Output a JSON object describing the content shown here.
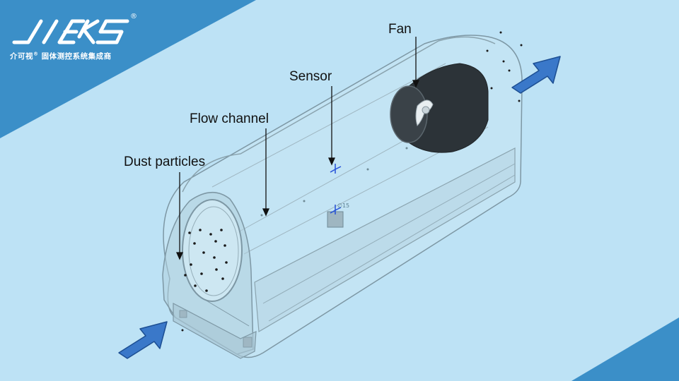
{
  "brand": {
    "logo_text": "jieks",
    "registered_mark": "®",
    "name_cn": "介可视",
    "tagline_cn": "固体测控系统集成商",
    "corner_color": "#3b8fc8"
  },
  "labels": {
    "fan": "Fan",
    "sensor": "Sensor",
    "flow_channel": "Flow channel",
    "dust_particles": "Dust particles"
  },
  "dimension_annotation": "∅15",
  "colors": {
    "background": "#bde2f5",
    "arrow_fill": "#3a78c9",
    "arrow_stroke": "#1d4f93",
    "body_outline": "#7d97a4",
    "fan_dark": "#2c3338"
  },
  "flow_arrows": [
    {
      "role": "inlet",
      "icon": "flow-arrow-icon"
    },
    {
      "role": "outlet",
      "icon": "flow-arrow-icon"
    }
  ]
}
